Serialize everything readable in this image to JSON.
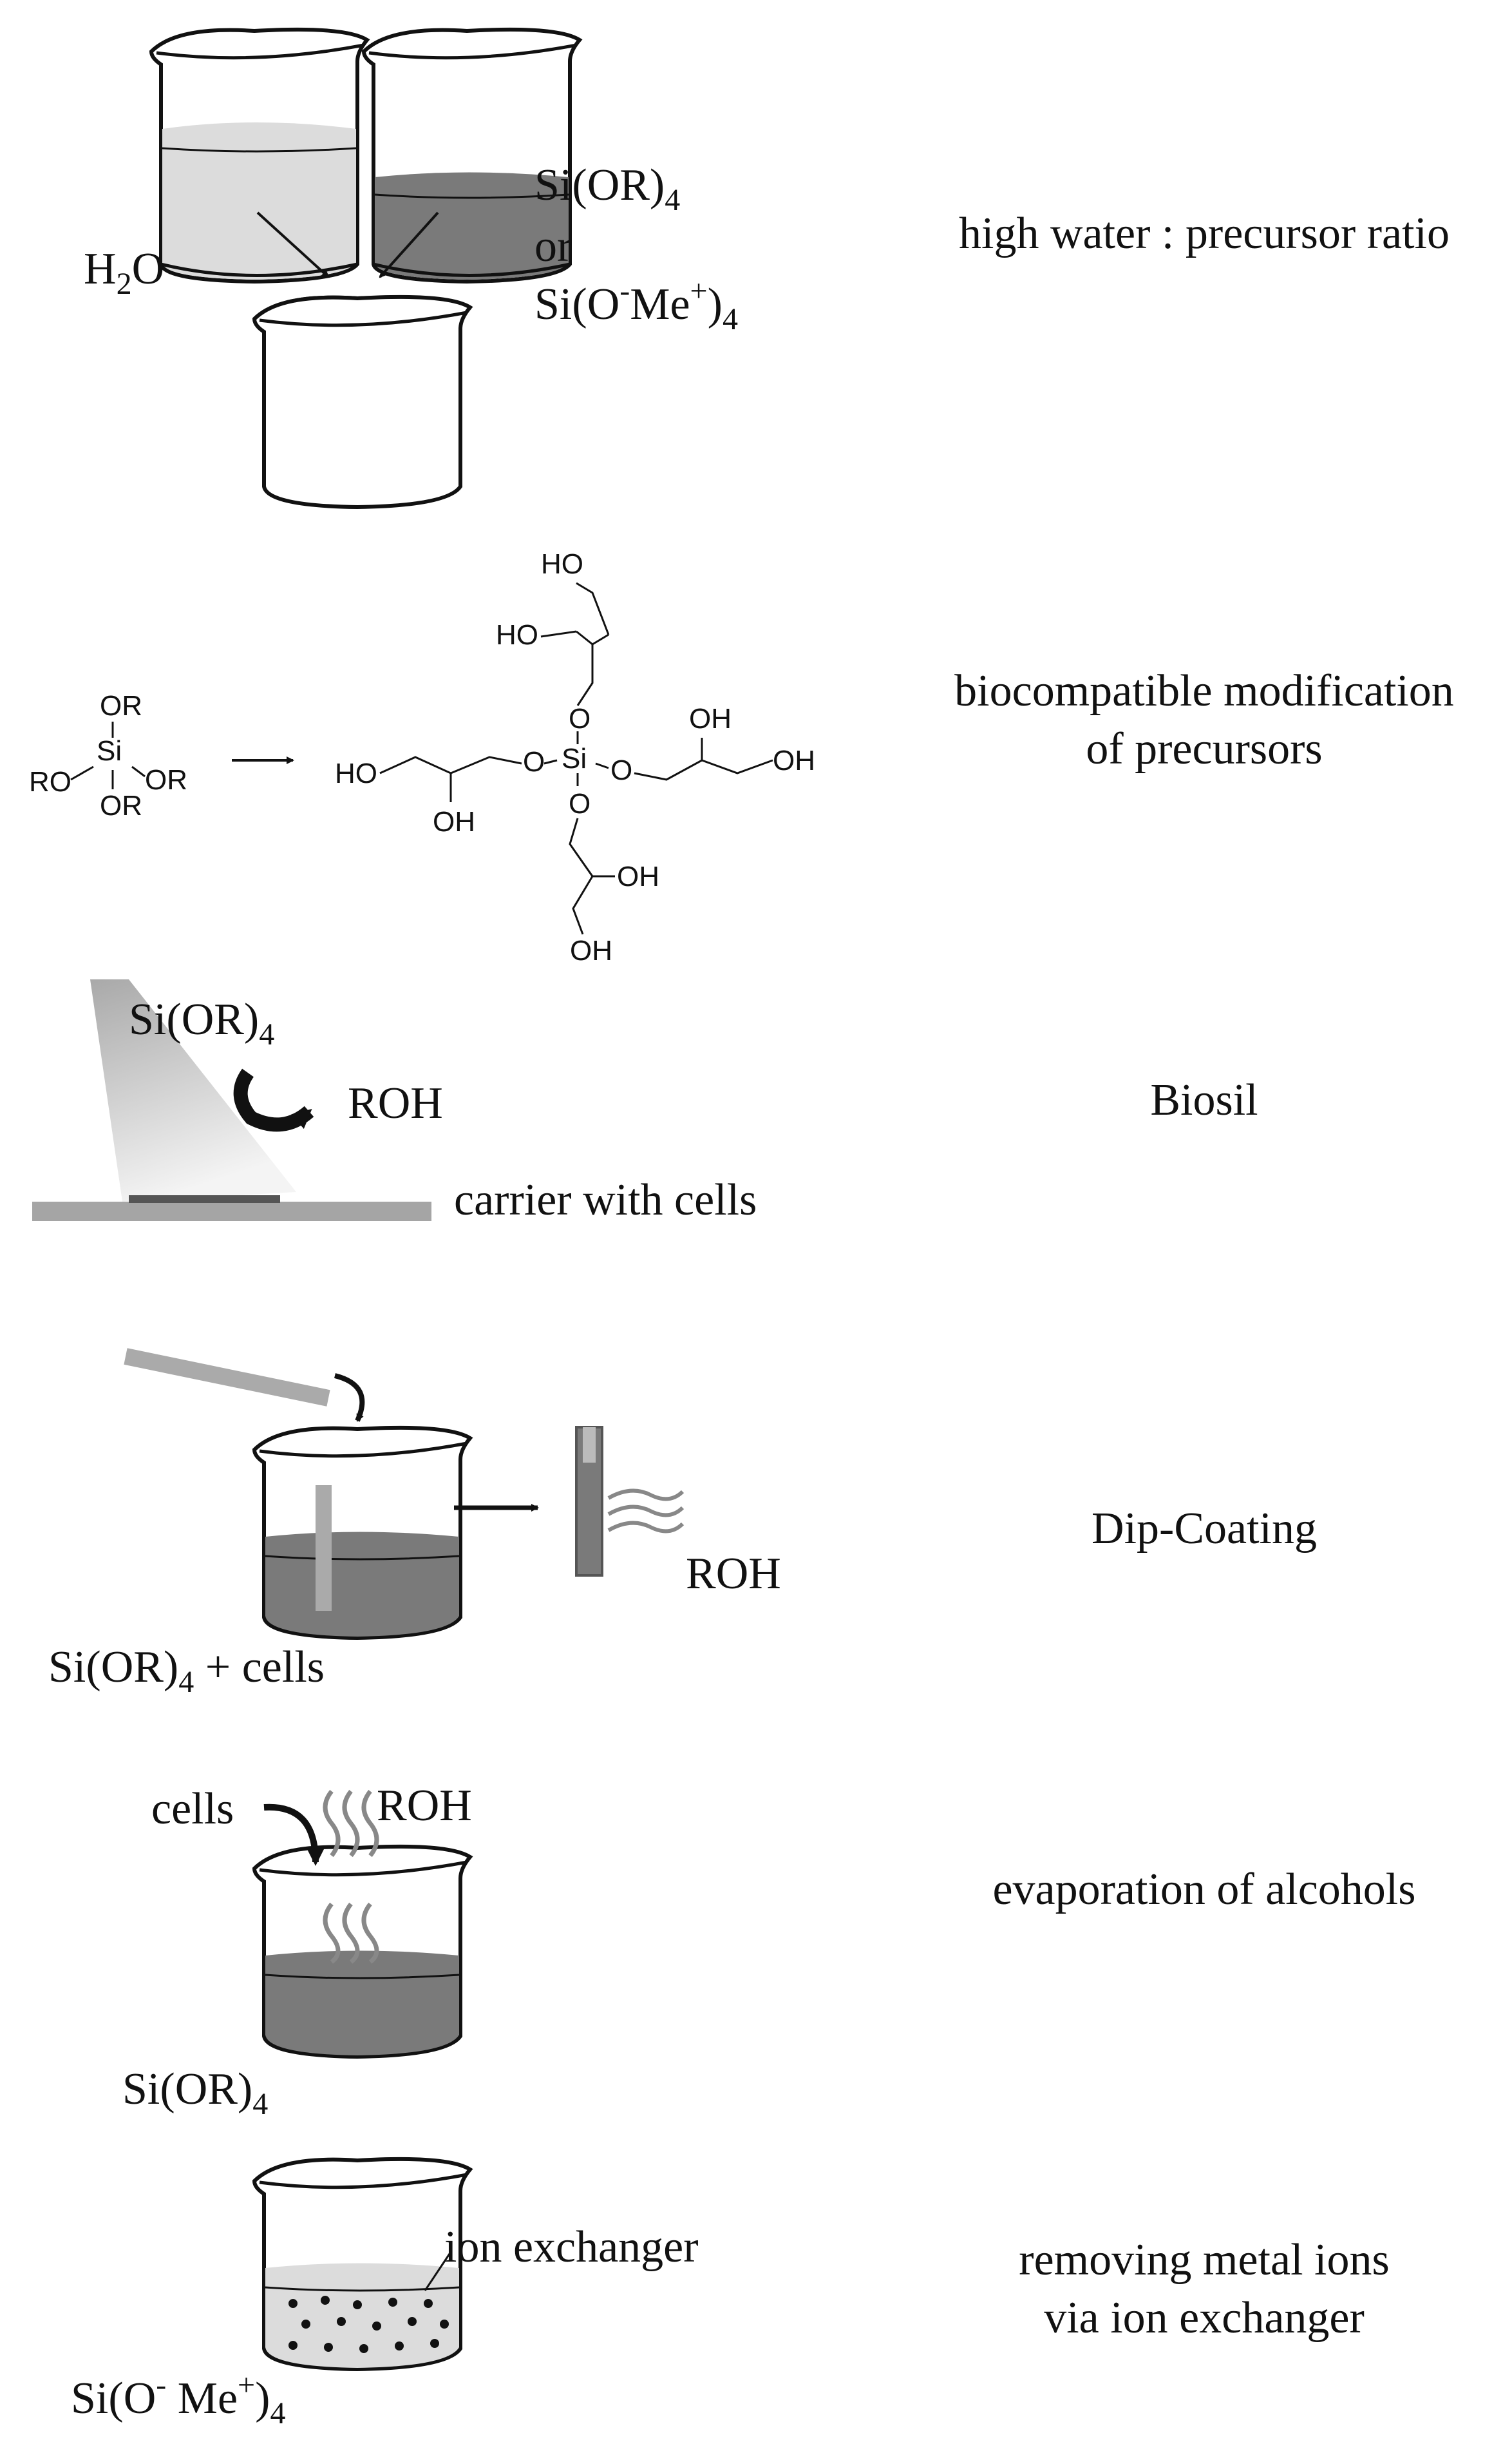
{
  "steps": [
    {
      "caption": "high water : precursor ratio",
      "labels": {
        "water_main": "H",
        "water_sub": "2",
        "water_tail": "O",
        "prec1_main": "Si(OR)",
        "prec1_sub": "4",
        "or_text": "or",
        "prec2_a": "Si(O",
        "prec2_sup1": "-",
        "prec2_b": "Me",
        "prec2_sup2": "+",
        "prec2_c": ")",
        "prec2_sub": "4"
      }
    },
    {
      "caption_line1": "biocompatible modification",
      "caption_line2": "of precursors",
      "chem": {
        "or_top": "OR",
        "si": "Si",
        "ro_left": "RO",
        "or_right": "OR",
        "or_bottom": "OR",
        "ho": "HO",
        "oh": "OH",
        "o": "O"
      }
    },
    {
      "caption": "Biosil",
      "labels": {
        "prec_main": "Si(OR)",
        "prec_sub": "4",
        "roh": "ROH",
        "carrier": "carrier with cells"
      }
    },
    {
      "caption": "Dip-Coating",
      "labels": {
        "roh": "ROH",
        "prec_main": "Si(OR)",
        "prec_sub": "4",
        "prec_tail": " + cells"
      }
    },
    {
      "caption": "evaporation of alcohols",
      "labels": {
        "cells": "cells",
        "roh": "ROH",
        "prec_main": "Si(OR)",
        "prec_sub": "4"
      }
    },
    {
      "caption_line1": "removing metal ions",
      "caption_line2": "via ion exchanger",
      "labels": {
        "ion_exchanger": "ion exchanger",
        "prec_a": "Si(O",
        "prec_sup1": "-",
        "prec_b": " Me",
        "prec_sup2": "+",
        "prec_c": ")",
        "prec_sub": "4"
      }
    }
  ],
  "colors": {
    "light_liquid": "#dcdcdc",
    "dark_liquid": "#7a7a7a",
    "carrier_gray": "#a5a5a5",
    "ink": "#111111"
  }
}
